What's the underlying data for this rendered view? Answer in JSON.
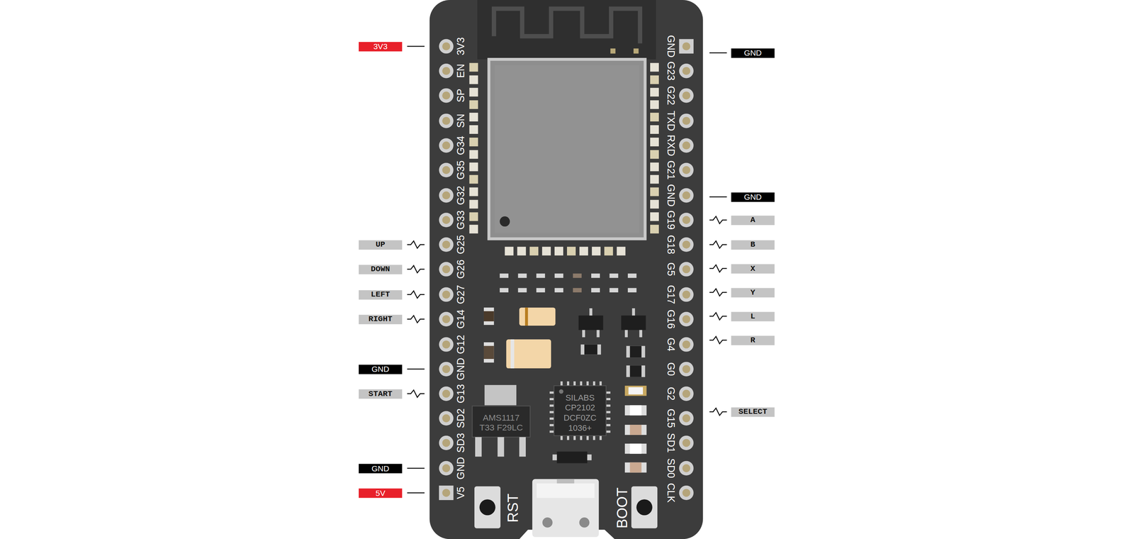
{
  "diagram": {
    "nodes": [
      {
        "text": [
          "3V3"
        ]
      },
      {
        "text": [
          "UP"
        ]
      },
      {
        "text": [
          "DOWN"
        ]
      },
      {
        "text": [
          "LEFT"
        ]
      },
      {
        "text": [
          "RIGHT"
        ]
      },
      {
        "text": [
          "GND"
        ]
      },
      {
        "text": [
          "START"
        ]
      },
      {
        "text": [
          "GND"
        ]
      },
      {
        "text": [
          "5V"
        ]
      },
      {
        "text": [
          "GND"
        ]
      },
      {
        "text": [
          "GND"
        ]
      },
      {
        "text": [
          "A"
        ]
      },
      {
        "text": [
          "B"
        ]
      },
      {
        "text": [
          "X"
        ]
      },
      {
        "text": [
          "Y"
        ]
      },
      {
        "text": [
          "L"
        ]
      },
      {
        "text": [
          "R"
        ]
      },
      {
        "text": [
          "SELECT"
        ]
      }
    ],
    "labels": [
      "3V3",
      "EN",
      "SP",
      "SN",
      "G34",
      "G35",
      "G32",
      "G33",
      "G25",
      "G26",
      "G27",
      "G14",
      "G12",
      "GND",
      "G13",
      "SD2",
      "SD3",
      "GND",
      "V5",
      "GND",
      "G23",
      "G22",
      "TXD",
      "RXD",
      "G21",
      "GND",
      "G19",
      "G18",
      "G5",
      "G17",
      "G16",
      "G4",
      "G0",
      "G2",
      "G15",
      "SD1",
      "SD0",
      "CLK",
      "AMS1117",
      "T33 F29LC",
      "SILABS",
      "CP2102",
      "DCF0ZC",
      "1036+",
      "RST",
      "BOOT"
    ]
  }
}
